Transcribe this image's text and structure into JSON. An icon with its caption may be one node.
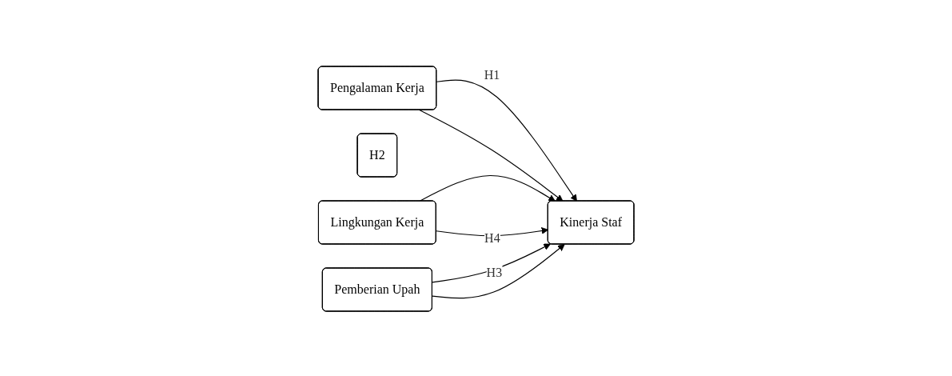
{
  "diagram": {
    "nodes": [
      {
        "text": [
          "Pengalaman Kerja"
        ]
      },
      {
        "text": [
          "H2"
        ]
      },
      {
        "text": [
          "Lingkungan Kerja"
        ]
      },
      {
        "text": [
          "Pemberian Upah"
        ]
      },
      {
        "text": [
          "Kinerja Staf"
        ]
      }
    ],
    "edges": [
      {
        "from": 0,
        "to": 4,
        "arrow": "to",
        "label": "H1"
      },
      {
        "from": 2,
        "to": 4,
        "arrow": "to"
      },
      {
        "from": 3,
        "to": 4,
        "arrow": "to",
        "label": "H3"
      },
      {
        "from": 0,
        "to": 4,
        "arrow": "to"
      },
      {
        "from": 2,
        "to": 4,
        "arrow": "to",
        "label": "H4"
      },
      {
        "from": 3,
        "to": 4,
        "arrow": "to"
      }
    ]
  }
}
